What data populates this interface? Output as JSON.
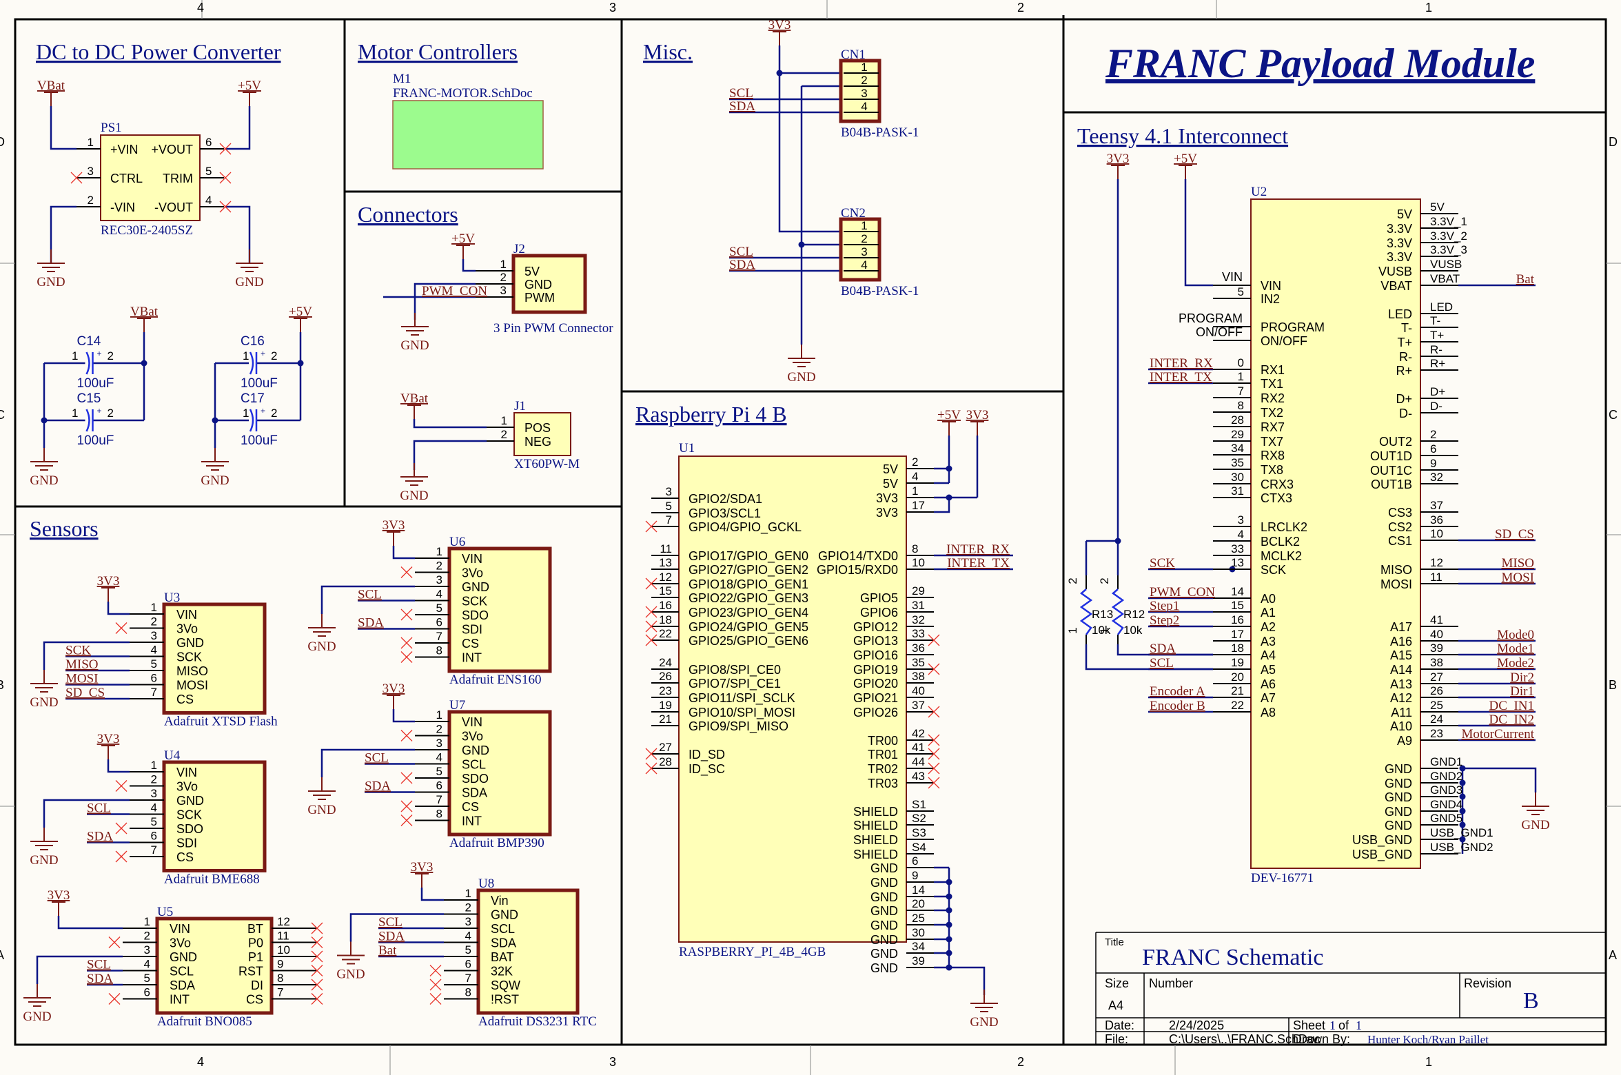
{
  "frame": {
    "columns": [
      "4",
      "3",
      "2",
      "1"
    ],
    "rows": [
      "D",
      "C",
      "B",
      "A"
    ]
  },
  "header": {
    "title": "FRANC Payload Module"
  },
  "sections": {
    "dcdc": "DC to DC Power Converter",
    "motor": "Motor Controllers",
    "connectors": "Connectors",
    "misc": "Misc.",
    "rpi": "Raspberry Pi 4 B",
    "sensors": "Sensors",
    "teensy": "Teensy 4.1 Interconnect"
  },
  "power_nets": {
    "vbat": "VBat",
    "p5v": "+5V",
    "p3v3": "3V3",
    "gnd": "GND"
  },
  "ps1": {
    "ref": "PS1",
    "part": "REC30E-2405SZ",
    "pins_left": [
      {
        "num": "1",
        "name": "+VIN"
      },
      {
        "num": "3",
        "name": "CTRL"
      },
      {
        "num": "2",
        "name": "-VIN"
      }
    ],
    "pins_right": [
      {
        "num": "6",
        "name": "+VOUT"
      },
      {
        "num": "5",
        "name": "TRIM"
      },
      {
        "num": "4",
        "name": "-VOUT"
      }
    ]
  },
  "caps": [
    {
      "ref": "C14",
      "value": "100uF",
      "p1": "1",
      "p2": "2"
    },
    {
      "ref": "C15",
      "value": "100uF",
      "p1": "1",
      "p2": "2"
    },
    {
      "ref": "C16",
      "value": "100uF",
      "p1": "1",
      "p2": "2"
    },
    {
      "ref": "C17",
      "value": "100uF",
      "p1": "1",
      "p2": "2"
    }
  ],
  "m1": {
    "ref": "M1",
    "file": "FRANC-MOTOR.SchDoc",
    "fill": "#9cfb8e"
  },
  "j2": {
    "ref": "J2",
    "part": "3 Pin PWM Connector",
    "net": "PWM_CON",
    "pins": [
      {
        "num": "1",
        "name": "5V"
      },
      {
        "num": "2",
        "name": "GND"
      },
      {
        "num": "3",
        "name": "PWM"
      }
    ]
  },
  "j1": {
    "ref": "J1",
    "part": "XT60PW-M",
    "pins": [
      {
        "num": "1",
        "name": "POS"
      },
      {
        "num": "2",
        "name": "NEG"
      }
    ]
  },
  "cn1": {
    "ref": "CN1",
    "part": "B04B-PASK-1",
    "pins": [
      "1",
      "2",
      "3",
      "4"
    ]
  },
  "cn2": {
    "ref": "CN2",
    "part": "B04B-PASK-1",
    "pins": [
      "1",
      "2",
      "3",
      "4"
    ]
  },
  "misc_nets": {
    "scl": "SCL",
    "sda": "SDA"
  },
  "u1": {
    "ref": "U1",
    "part": "RASPBERRY_PI_4B_4GB",
    "left": [
      {
        "num": "3",
        "name": "GPIO2/SDA1"
      },
      {
        "num": "5",
        "name": "GPIO3/SCL1"
      },
      {
        "num": "7",
        "name": "GPIO4/GPIO_GCKL"
      },
      {
        "num": "11",
        "name": "GPIO17/GPIO_GEN0"
      },
      {
        "num": "13",
        "name": "GPIO27/GPIO_GEN2"
      },
      {
        "num": "12",
        "name": "GPIO18/GPIO_GEN1"
      },
      {
        "num": "15",
        "name": "GPIO22/GPIO_GEN3"
      },
      {
        "num": "16",
        "name": "GPIO23/GPIO_GEN4"
      },
      {
        "num": "18",
        "name": "GPIO24/GPIO_GEN5"
      },
      {
        "num": "22",
        "name": "GPIO25/GPIO_GEN6"
      },
      {
        "num": "24",
        "name": "GPIO8/SPI_CE0"
      },
      {
        "num": "26",
        "name": "GPIO7/SPI_CE1"
      },
      {
        "num": "23",
        "name": "GPIO11/SPI_SCLK"
      },
      {
        "num": "19",
        "name": "GPIO10/SPI_MOSI"
      },
      {
        "num": "21",
        "name": "GPIO9/SPI_MISO"
      },
      {
        "num": "27",
        "name": "ID_SD"
      },
      {
        "num": "28",
        "name": "ID_SC"
      }
    ],
    "right": [
      {
        "num": "2",
        "name": "5V"
      },
      {
        "num": "4",
        "name": "5V"
      },
      {
        "num": "1",
        "name": "3V3"
      },
      {
        "num": "17",
        "name": "3V3"
      },
      {
        "num": "8",
        "name": "GPIO14/TXD0",
        "net": "INTER_RX"
      },
      {
        "num": "10",
        "name": "GPIO15/RXD0",
        "net": "INTER_TX"
      },
      {
        "num": "29",
        "name": "GPIO5"
      },
      {
        "num": "31",
        "name": "GPIO6"
      },
      {
        "num": "32",
        "name": "GPIO12"
      },
      {
        "num": "33",
        "name": "GPIO13"
      },
      {
        "num": "36",
        "name": "GPIO16"
      },
      {
        "num": "35",
        "name": "GPIO19"
      },
      {
        "num": "38",
        "name": "GPIO20"
      },
      {
        "num": "40",
        "name": "GPIO21"
      },
      {
        "num": "37",
        "name": "GPIO26"
      },
      {
        "num": "42",
        "name": "TR00"
      },
      {
        "num": "41",
        "name": "TR01"
      },
      {
        "num": "44",
        "name": "TR02"
      },
      {
        "num": "43",
        "name": "TR03"
      },
      {
        "num": "S1",
        "name": "SHIELD"
      },
      {
        "num": "S2",
        "name": "SHIELD"
      },
      {
        "num": "S3",
        "name": "SHIELD"
      },
      {
        "num": "S4",
        "name": "SHIELD"
      },
      {
        "num": "6",
        "name": "GND"
      },
      {
        "num": "9",
        "name": "GND"
      },
      {
        "num": "14",
        "name": "GND"
      },
      {
        "num": "20",
        "name": "GND"
      },
      {
        "num": "25",
        "name": "GND"
      },
      {
        "num": "30",
        "name": "GND"
      },
      {
        "num": "34",
        "name": "GND"
      },
      {
        "num": "39",
        "name": "GND"
      }
    ]
  },
  "sensors": [
    {
      "ref": "U3",
      "part": "Adafruit XTSD Flash",
      "pins": [
        {
          "num": "1",
          "name": "VIN"
        },
        {
          "num": "2",
          "name": "3Vo"
        },
        {
          "num": "3",
          "name": "GND"
        },
        {
          "num": "4",
          "name": "SCK",
          "net": "SCK"
        },
        {
          "num": "5",
          "name": "MISO",
          "net": "MISO"
        },
        {
          "num": "6",
          "name": "MOSI",
          "net": "MOSI"
        },
        {
          "num": "7",
          "name": "CS",
          "net": "SD_CS"
        }
      ]
    },
    {
      "ref": "U4",
      "part": "Adafruit BME688",
      "pins": [
        {
          "num": "1",
          "name": "VIN"
        },
        {
          "num": "2",
          "name": "3Vo"
        },
        {
          "num": "3",
          "name": "GND"
        },
        {
          "num": "4",
          "name": "SCK",
          "net": "SCL"
        },
        {
          "num": "5",
          "name": "SDO"
        },
        {
          "num": "6",
          "name": "SDI",
          "net": "SDA"
        },
        {
          "num": "7",
          "name": "CS"
        }
      ]
    },
    {
      "ref": "U5",
      "part": "Adafruit BNO085",
      "pins": [
        {
          "num": "1",
          "name": "VIN"
        },
        {
          "num": "2",
          "name": "3Vo"
        },
        {
          "num": "3",
          "name": "GND"
        },
        {
          "num": "4",
          "name": "SCL",
          "net": "SCL"
        },
        {
          "num": "5",
          "name": "SDA",
          "net": "SDA"
        },
        {
          "num": "6",
          "name": "INT"
        }
      ],
      "pins_right": [
        {
          "num": "12",
          "name": "BT"
        },
        {
          "num": "11",
          "name": "P0"
        },
        {
          "num": "10",
          "name": "P1"
        },
        {
          "num": "9",
          "name": "RST"
        },
        {
          "num": "8",
          "name": "DI"
        },
        {
          "num": "7",
          "name": "CS"
        }
      ]
    },
    {
      "ref": "U6",
      "part": "Adafruit ENS160",
      "pins": [
        {
          "num": "1",
          "name": "VIN"
        },
        {
          "num": "2",
          "name": "3Vo"
        },
        {
          "num": "3",
          "name": "GND"
        },
        {
          "num": "4",
          "name": "SCK",
          "net": "SCL"
        },
        {
          "num": "5",
          "name": "SDO"
        },
        {
          "num": "6",
          "name": "SDI",
          "net": "SDA"
        },
        {
          "num": "7",
          "name": "CS"
        },
        {
          "num": "8",
          "name": "INT"
        }
      ]
    },
    {
      "ref": "U7",
      "part": "Adafruit BMP390",
      "pins": [
        {
          "num": "1",
          "name": "VIN"
        },
        {
          "num": "2",
          "name": "3Vo"
        },
        {
          "num": "3",
          "name": "GND"
        },
        {
          "num": "4",
          "name": "SCL",
          "net": "SCL"
        },
        {
          "num": "5",
          "name": "SDO"
        },
        {
          "num": "6",
          "name": "SDA",
          "net": "SDA"
        },
        {
          "num": "7",
          "name": "CS"
        },
        {
          "num": "8",
          "name": "INT"
        }
      ]
    },
    {
      "ref": "U8",
      "part": "Adafruit DS3231 RTC",
      "pins": [
        {
          "num": "1",
          "name": "Vin"
        },
        {
          "num": "2",
          "name": "GND"
        },
        {
          "num": "3",
          "name": "SCL",
          "net": "SCL"
        },
        {
          "num": "4",
          "name": "SDA",
          "net": "SDA"
        },
        {
          "num": "5",
          "name": "BAT",
          "net": "Bat"
        },
        {
          "num": "6",
          "name": "32K"
        },
        {
          "num": "7",
          "name": "SQW"
        },
        {
          "num": "8",
          "name": "!RST"
        }
      ]
    }
  ],
  "u2": {
    "ref": "U2",
    "part": "DEV-16771",
    "left": [
      {
        "num": "VIN",
        "name": "VIN"
      },
      {
        "num": "5",
        "name": "IN2"
      },
      {
        "num": "PROGRAM",
        "name": "PROGRAM"
      },
      {
        "num": "ON/OFF",
        "name": "ON/OFF"
      },
      {
        "num": "0",
        "name": "RX1",
        "net": "INTER_RX"
      },
      {
        "num": "1",
        "name": "TX1",
        "net": "INTER_TX"
      },
      {
        "num": "7",
        "name": "RX2"
      },
      {
        "num": "8",
        "name": "TX2"
      },
      {
        "num": "28",
        "name": "RX7"
      },
      {
        "num": "29",
        "name": "TX7"
      },
      {
        "num": "34",
        "name": "RX8"
      },
      {
        "num": "35",
        "name": "TX8"
      },
      {
        "num": "30",
        "name": "CRX3"
      },
      {
        "num": "31",
        "name": "CTX3"
      },
      {
        "num": "3",
        "name": "LRCLK2"
      },
      {
        "num": "4",
        "name": "BCLK2"
      },
      {
        "num": "33",
        "name": "MCLK2"
      },
      {
        "num": "13",
        "name": "SCK",
        "net": "SCK"
      },
      {
        "num": "14",
        "name": "A0",
        "net": "PWM_CON"
      },
      {
        "num": "15",
        "name": "A1",
        "net": "Step1"
      },
      {
        "num": "16",
        "name": "A2",
        "net": "Step2"
      },
      {
        "num": "17",
        "name": "A3"
      },
      {
        "num": "18",
        "name": "A4",
        "net": "SDA"
      },
      {
        "num": "19",
        "name": "A5",
        "net": "SCL"
      },
      {
        "num": "20",
        "name": "A6"
      },
      {
        "num": "21",
        "name": "A7",
        "net": "Encoder A"
      },
      {
        "num": "22",
        "name": "A8",
        "net": "Encoder B"
      }
    ],
    "right": [
      {
        "num": "5V",
        "name": "5V"
      },
      {
        "num": "3.3V_1",
        "name": "3.3V"
      },
      {
        "num": "3.3V_2",
        "name": "3.3V"
      },
      {
        "num": "3.3V_3",
        "name": "3.3V"
      },
      {
        "num": "VUSB",
        "name": "VUSB"
      },
      {
        "num": "VBAT",
        "name": "VBAT",
        "net": "Bat"
      },
      {
        "num": "LED",
        "name": "LED"
      },
      {
        "num": "T-",
        "name": "T-"
      },
      {
        "num": "T+",
        "name": "T+"
      },
      {
        "num": "R-",
        "name": "R-"
      },
      {
        "num": "R+",
        "name": "R+"
      },
      {
        "num": "D+",
        "name": "D+"
      },
      {
        "num": "D-",
        "name": "D-"
      },
      {
        "num": "2",
        "name": "OUT2"
      },
      {
        "num": "6",
        "name": "OUT1D"
      },
      {
        "num": "9",
        "name": "OUT1C"
      },
      {
        "num": "32",
        "name": "OUT1B"
      },
      {
        "num": "37",
        "name": "CS3"
      },
      {
        "num": "36",
        "name": "CS2"
      },
      {
        "num": "10",
        "name": "CS1",
        "net": "SD_CS"
      },
      {
        "num": "12",
        "name": "MISO",
        "net": "MISO"
      },
      {
        "num": "11",
        "name": "MOSI",
        "net": "MOSI"
      },
      {
        "num": "41",
        "name": "A17"
      },
      {
        "num": "40",
        "name": "A16",
        "net": "Mode0"
      },
      {
        "num": "39",
        "name": "A15",
        "net": "Mode1"
      },
      {
        "num": "38",
        "name": "A14",
        "net": "Mode2"
      },
      {
        "num": "27",
        "name": "A13",
        "net": "Dir2"
      },
      {
        "num": "26",
        "name": "A12",
        "net": "Dir1"
      },
      {
        "num": "25",
        "name": "A11",
        "net": "DC_IN1"
      },
      {
        "num": "24",
        "name": "A10",
        "net": "DC_IN2"
      },
      {
        "num": "23",
        "name": "A9",
        "net": "MotorCurrent"
      },
      {
        "num": "GND1",
        "name": "GND"
      },
      {
        "num": "GND2",
        "name": "GND"
      },
      {
        "num": "GND3",
        "name": "GND"
      },
      {
        "num": "GND4",
        "name": "GND"
      },
      {
        "num": "GND5",
        "name": "GND"
      },
      {
        "num": "USB_GND1",
        "name": "USB_GND"
      },
      {
        "num": "USB_GND2",
        "name": "USB_GND"
      }
    ]
  },
  "resistors": [
    {
      "ref": "R13",
      "value": "10k",
      "p1": "1",
      "p2": "2"
    },
    {
      "ref": "R12",
      "value": "10k",
      "p1": "1",
      "p2": "2"
    }
  ],
  "title_block": {
    "title_label": "Title",
    "title": "FRANC Schematic",
    "size_label": "Size",
    "size": "A4",
    "number_label": "Number",
    "revision_label": "Revision",
    "revision": "B",
    "date_label": "Date:",
    "date": "2/24/2025",
    "sheet_label": "Sheet",
    "sheet_num": "1",
    "sheet_of": "of",
    "sheet_total": "1",
    "file_label": "File:",
    "file": "C:\\Users\\..\\FRANC.SchDoc",
    "drawn_label": "Drawn By:",
    "drawn_by": "Hunter Koch/Ryan Paillet"
  },
  "colors": {
    "wire": "#0b1485",
    "power": "#7a1a14",
    "body_fill": "#ffffb8",
    "body_stroke": "#7a1a14",
    "noconnect": "#e8332a",
    "paper": "#fdfbf6"
  }
}
